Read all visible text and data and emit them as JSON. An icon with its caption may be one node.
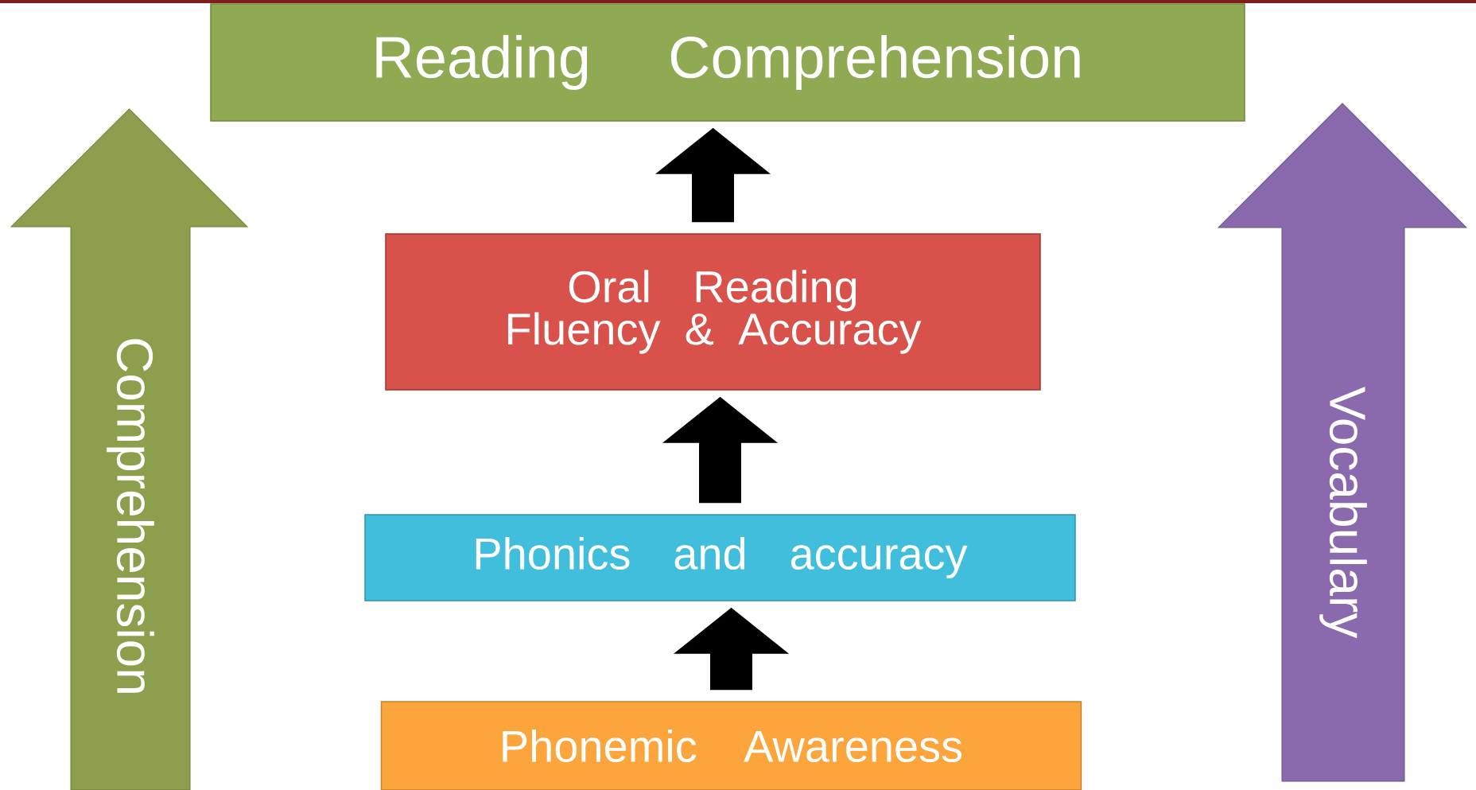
{
  "diagram": {
    "nodes": [
      {
        "text": [
          "Reading Comprehension"
        ]
      },
      {
        "text": [
          "Oral Reading Fluency & Accuracy"
        ]
      },
      {
        "text": [
          "Phonics and accuracy"
        ]
      },
      {
        "text": [
          "Phonemic Awareness"
        ]
      },
      {
        "text": [
          "Comprehension"
        ]
      },
      {
        "text": [
          "Vocabulary"
        ]
      }
    ],
    "edges": [
      {
        "from": 3,
        "to": 2,
        "arrow": "to"
      },
      {
        "from": 2,
        "to": 1,
        "arrow": "to"
      },
      {
        "from": 1,
        "to": 0,
        "arrow": "to"
      }
    ]
  }
}
